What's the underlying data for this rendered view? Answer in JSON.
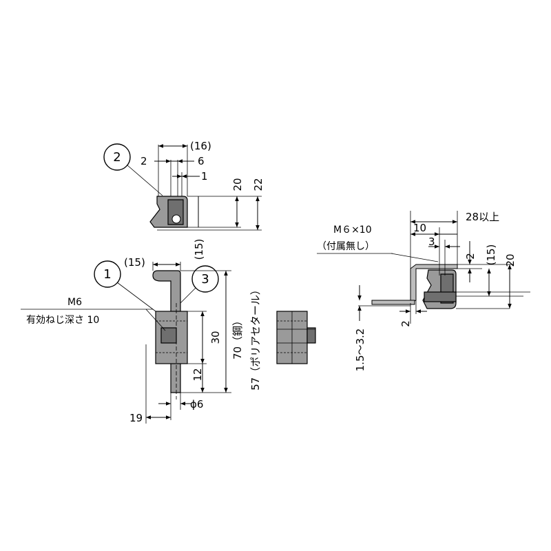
{
  "callouts": {
    "c1": "1",
    "c2": "2",
    "c3": "3"
  },
  "part2": {
    "d16": "(16)",
    "d2": "2",
    "d6": "6",
    "d1": "1",
    "d20": "20",
    "d22": "22"
  },
  "part1": {
    "d15_top": "(15)",
    "d15_side": "(15)",
    "m6": "M6",
    "thread_depth": "有効ねじ深さ 10",
    "d30": "30",
    "d12": "12",
    "phi6": "ϕ6",
    "d19": "19",
    "len_steel": "70（鋼）",
    "len_poly": "57（ポリアセタール）"
  },
  "install": {
    "screw": "M６×10",
    "screw_note": "（付属無し）",
    "d28": "28以上",
    "d10": "10",
    "d3": "3",
    "d2_top": "2",
    "d15": "(15)",
    "d20": "20",
    "d2_bottom": "2",
    "thickness": "1.5〜3.2"
  }
}
